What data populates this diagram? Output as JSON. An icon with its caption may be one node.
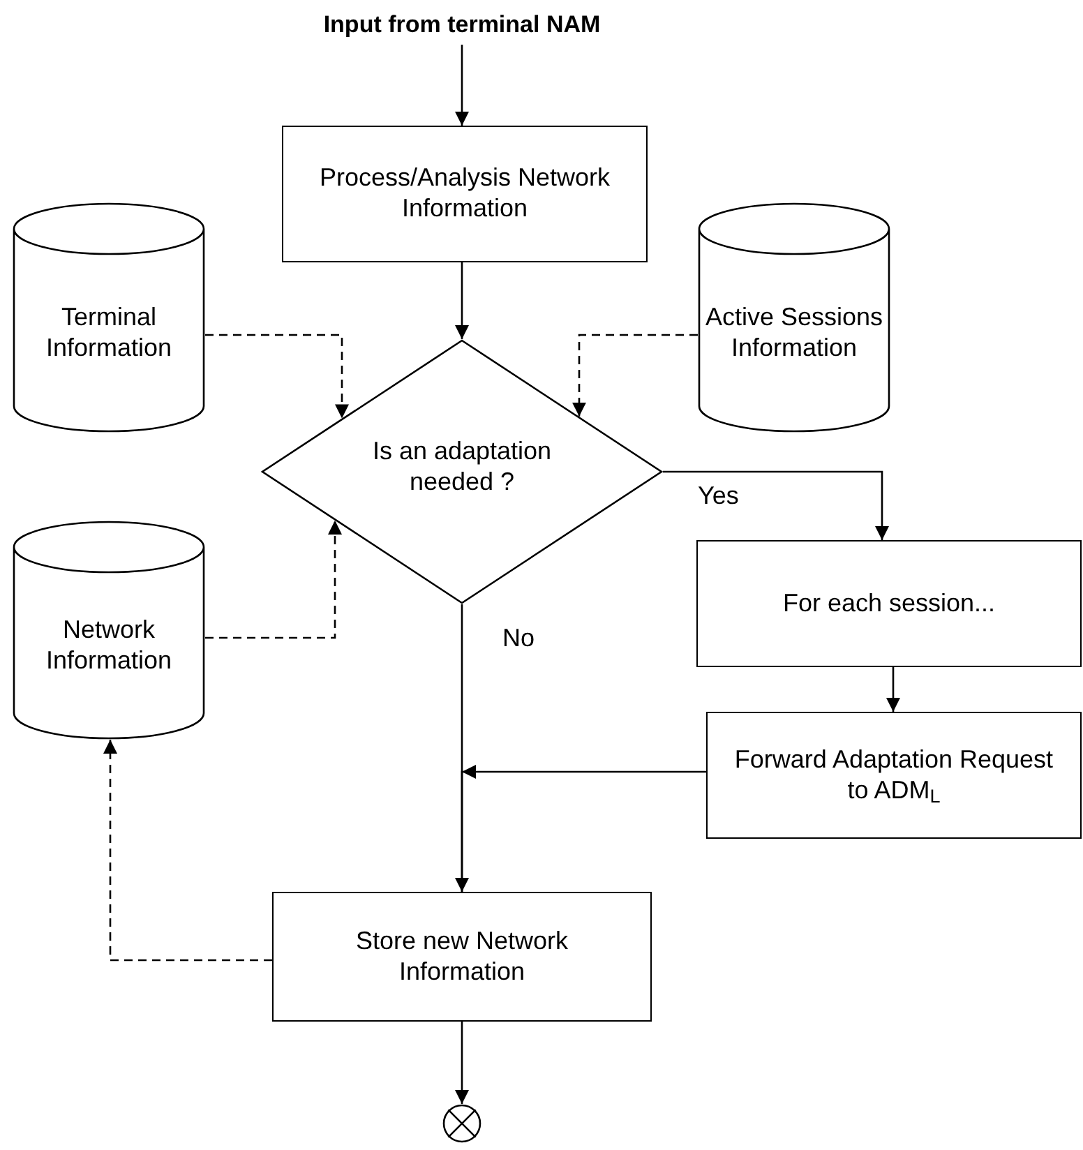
{
  "diagram": {
    "nodes": [
      {
        "text": [
          "Input from terminal NAM"
        ]
      },
      {
        "text": [
          "Process/Analysis Network Information"
        ]
      },
      {
        "text": [
          "Terminal Information"
        ]
      },
      {
        "text": [
          "Active Sessions Information"
        ]
      },
      {
        "text": [
          "Is an adaptation needed ?"
        ]
      },
      {
        "text": [
          "Network Information"
        ]
      },
      {
        "text": [
          "For each session..."
        ]
      },
      {
        "text": [
          "Forward Adaptation Request to ADM$_{L}$"
        ]
      },
      {
        "text": [
          "Store new Network Information"
        ]
      },
      {
        "text": [],
        "shape": "circle"
      }
    ],
    "edges": [
      {
        "from": 0,
        "to": 1,
        "arrow": "to"
      },
      {
        "from": 1,
        "to": 4,
        "arrow": "to"
      },
      {
        "from": 2,
        "to": 4,
        "arrow": "to",
        "style": "dashed"
      },
      {
        "from": 3,
        "to": 4,
        "arrow": "to",
        "style": "dashed"
      },
      {
        "from": 5,
        "to": 4,
        "arrow": "to",
        "style": "dashed"
      },
      {
        "from": 4,
        "to": 6,
        "arrow": "to",
        "label": "Yes"
      },
      {
        "from": 4,
        "to": 8,
        "arrow": "to",
        "label": "No"
      },
      {
        "from": 6,
        "to": 7,
        "arrow": "to"
      },
      {
        "from": 7,
        "to": 8,
        "arrow": "to"
      },
      {
        "from": 8,
        "to": 5,
        "arrow": "to",
        "style": "dashed"
      },
      {
        "from": 8,
        "to": 9,
        "arrow": "to"
      }
    ]
  }
}
